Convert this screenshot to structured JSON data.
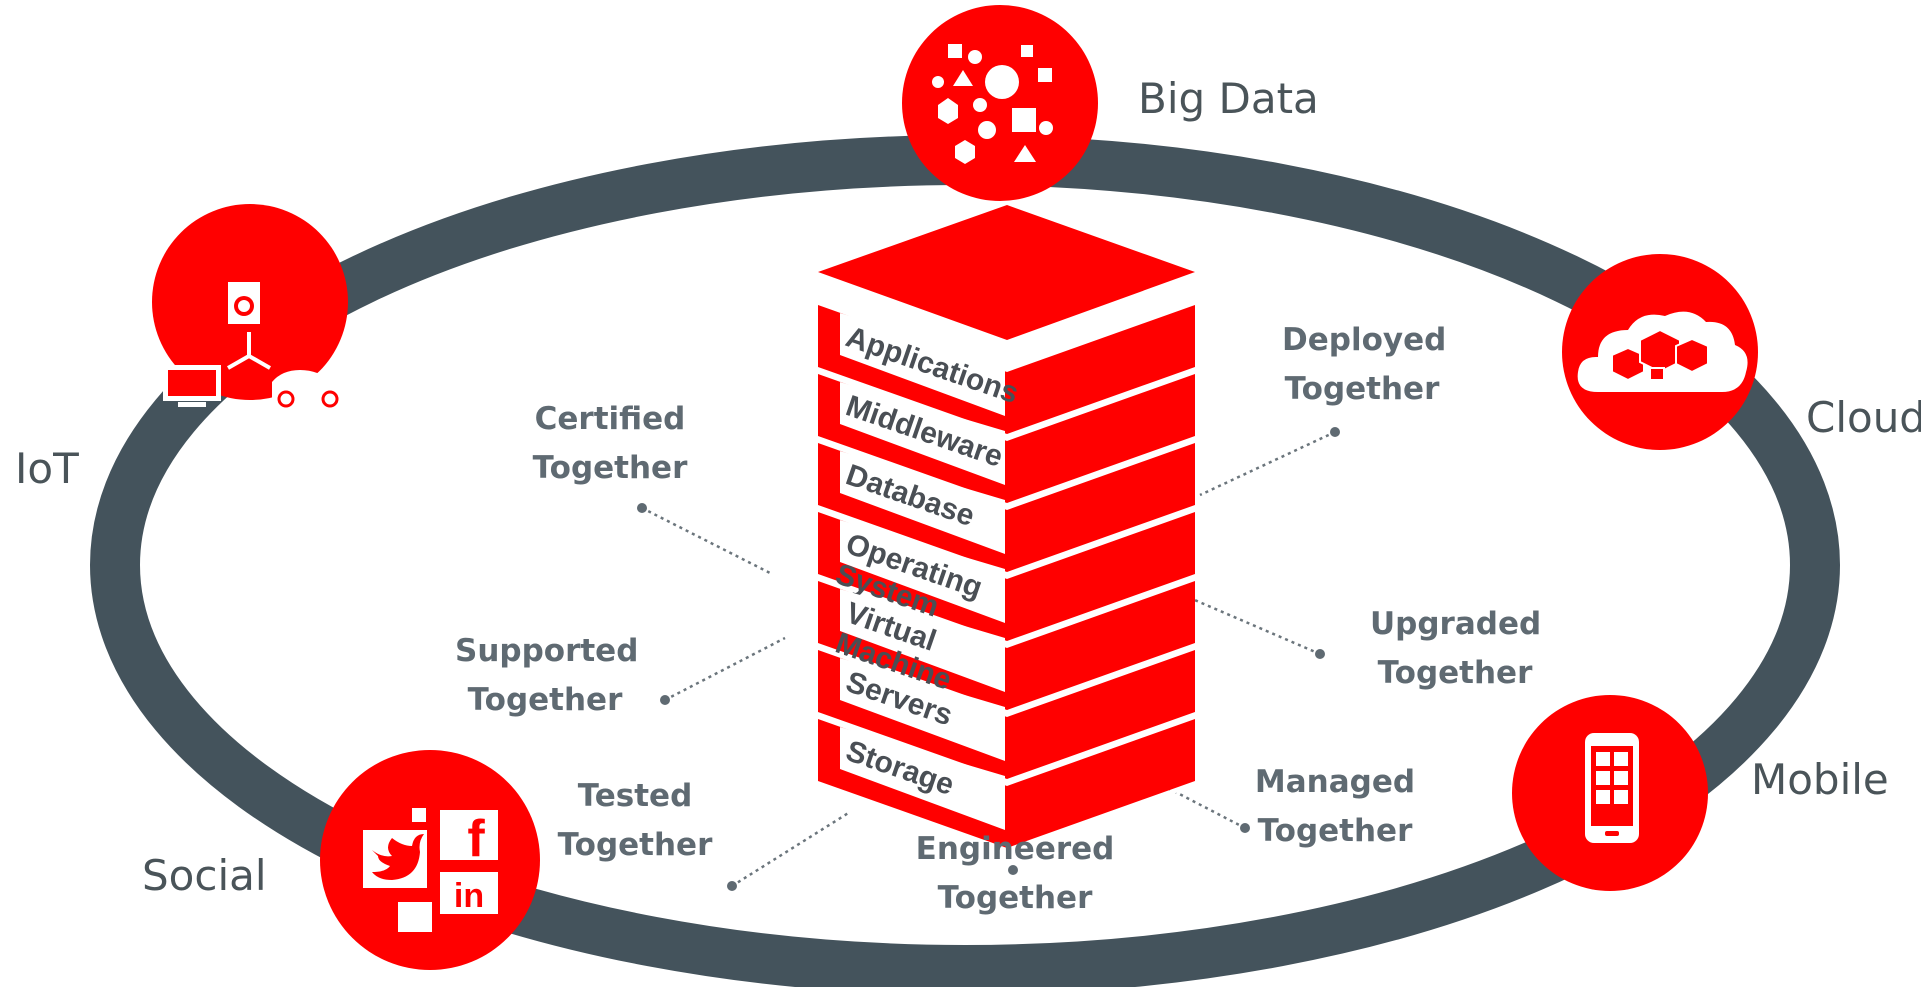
{
  "nodes": {
    "big_data": "Big Data",
    "cloud": "Cloud",
    "mobile": "Mobile",
    "social": "Social",
    "iot": "IoT"
  },
  "stack_layers": [
    "Applications",
    "Middleware",
    "Database",
    "Operating System",
    "Virtual Machine",
    "Servers",
    "Storage"
  ],
  "benefits": {
    "certified": [
      "Certified",
      "Together"
    ],
    "deployed": [
      "Deployed",
      "Together"
    ],
    "supported": [
      "Supported",
      "Together"
    ],
    "upgraded": [
      "Upgraded",
      "Together"
    ],
    "tested": [
      "Tested",
      "Together"
    ],
    "managed": [
      "Managed",
      "Together"
    ],
    "engineered": [
      "Engineered",
      "Together"
    ]
  },
  "social_icon_letters": {
    "facebook": "f",
    "linkedin": "in"
  },
  "colors": {
    "accent": "#ff0000",
    "ring": "#44535c",
    "text": "#5f6a72"
  }
}
